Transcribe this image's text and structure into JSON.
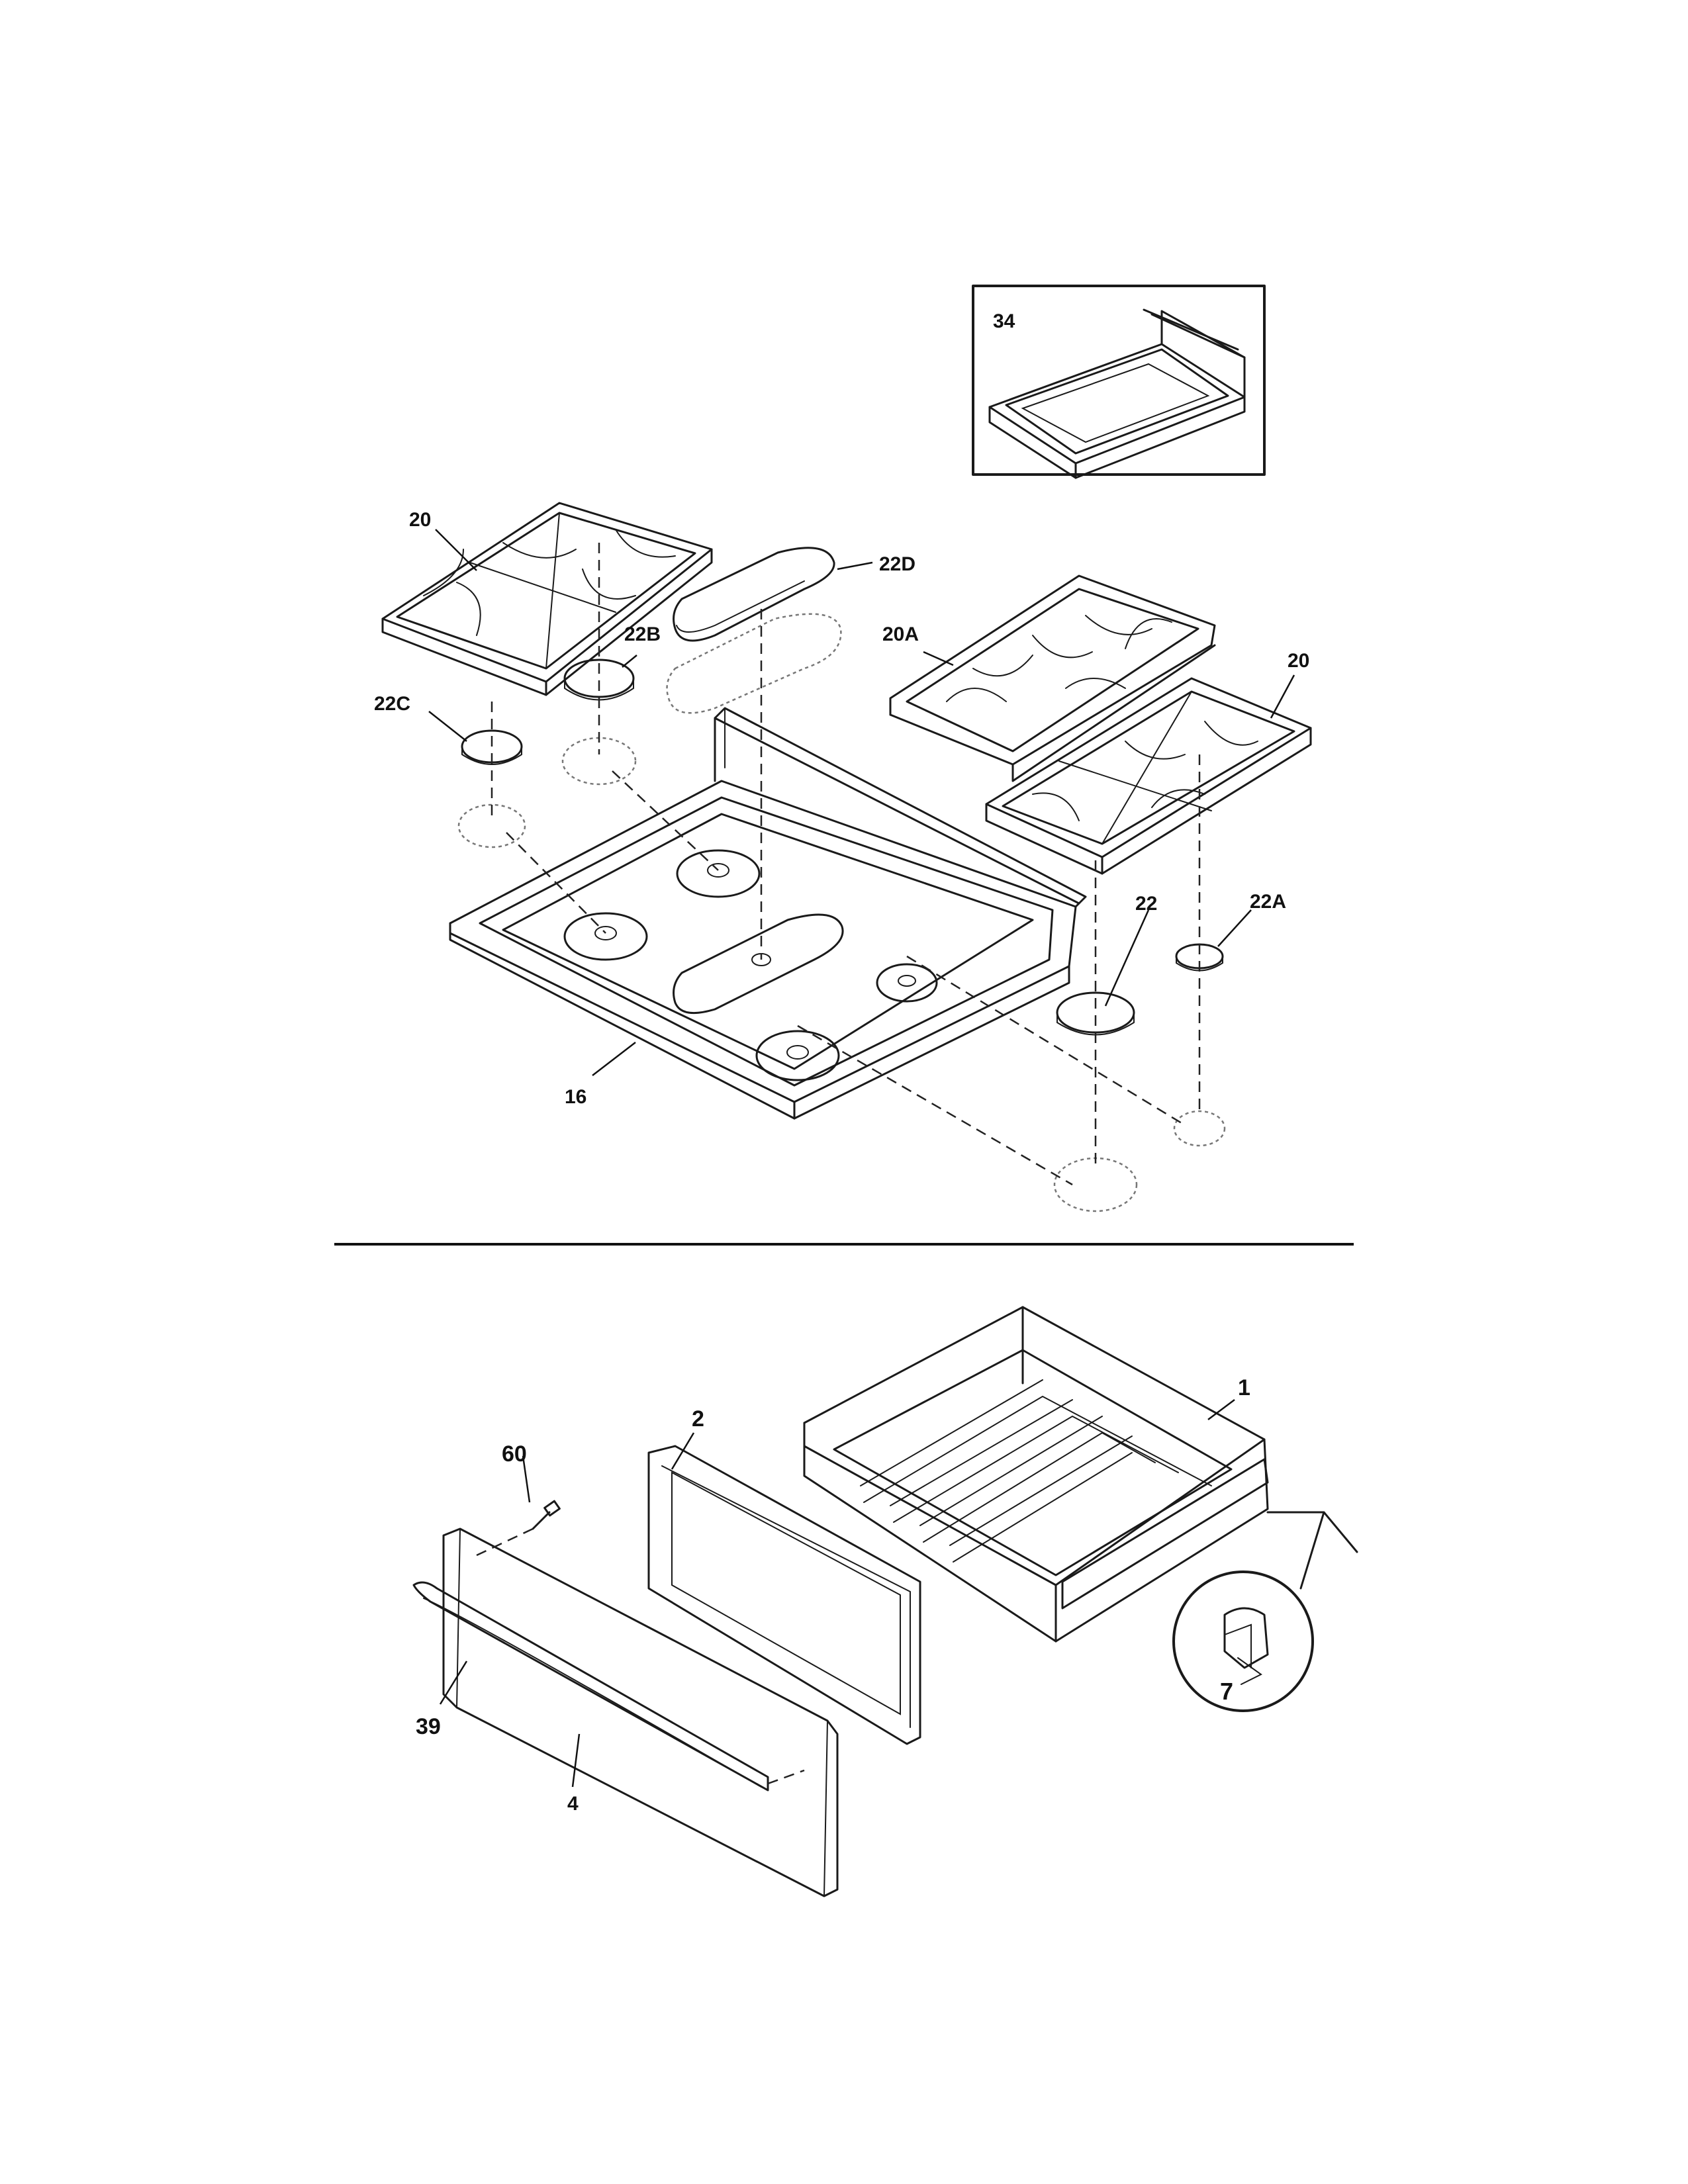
{
  "labels": {
    "p34": "34",
    "p20_left": "20",
    "p22D": "22D",
    "p22B": "22B",
    "p20A": "20A",
    "p20_right": "20",
    "p22C": "22C",
    "p22": "22",
    "p22A": "22A",
    "p16": "16",
    "p1": "1",
    "p2": "2",
    "p60": "60",
    "p7": "7",
    "p39": "39",
    "p4": "4"
  }
}
